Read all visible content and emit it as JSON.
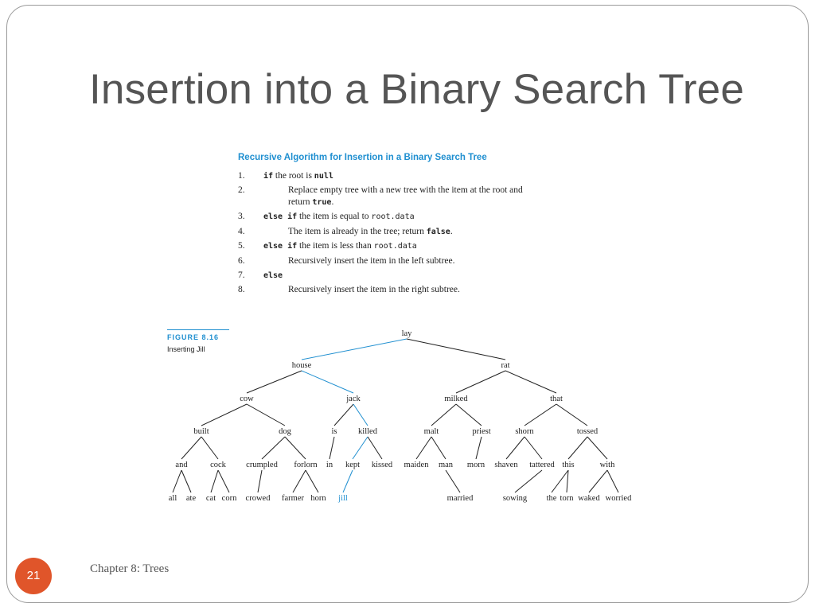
{
  "slide": {
    "title": "Insertion into a Binary Search Tree",
    "footer": "Chapter 8: Trees",
    "page_number": "21",
    "accent_color": "#e0552a",
    "highlight_color": "#1f8fd0"
  },
  "algorithm": {
    "heading": "Recursive Algorithm for Insertion in a Binary Search Tree",
    "steps": [
      {
        "num": "1.",
        "parts": [
          {
            "k": "kw",
            "t": "if"
          },
          {
            "k": "t",
            "t": " the root is "
          },
          {
            "k": "kw",
            "t": "null"
          }
        ]
      },
      {
        "num": "2.",
        "parts": [
          {
            "k": "t",
            "t": "Replace empty tree with a new tree with the item at the root and"
          }
        ],
        "indent": true
      },
      {
        "num": "",
        "parts": [
          {
            "k": "t",
            "t": "return "
          },
          {
            "k": "kw",
            "t": "true"
          },
          {
            "k": "t",
            "t": "."
          }
        ],
        "indent": true
      },
      {
        "num": "3.",
        "parts": [
          {
            "k": "kw",
            "t": "else if"
          },
          {
            "k": "t",
            "t": " the item is equal to "
          },
          {
            "k": "code",
            "t": "root.data"
          }
        ]
      },
      {
        "num": "4.",
        "parts": [
          {
            "k": "t",
            "t": "The item is already in the tree; return "
          },
          {
            "k": "kw",
            "t": "false"
          },
          {
            "k": "t",
            "t": "."
          }
        ],
        "indent": true
      },
      {
        "num": "5.",
        "parts": [
          {
            "k": "kw",
            "t": "else if"
          },
          {
            "k": "t",
            "t": " the item is less than "
          },
          {
            "k": "code",
            "t": "root.data"
          }
        ]
      },
      {
        "num": "6.",
        "parts": [
          {
            "k": "t",
            "t": "Recursively insert the item in the left subtree."
          }
        ],
        "indent": true
      },
      {
        "num": "7.",
        "parts": [
          {
            "k": "kw",
            "t": "else"
          }
        ]
      },
      {
        "num": "8.",
        "parts": [
          {
            "k": "t",
            "t": "Recursively insert the item in the right subtree."
          }
        ],
        "indent": true
      }
    ]
  },
  "figure": {
    "label": "FIGURE 8.16",
    "title": "Inserting Jill",
    "nodes": [
      {
        "id": "lay",
        "label": "lay"
      },
      {
        "id": "house",
        "label": "house"
      },
      {
        "id": "rat",
        "label": "rat"
      },
      {
        "id": "cow",
        "label": "cow"
      },
      {
        "id": "jack",
        "label": "jack"
      },
      {
        "id": "milked",
        "label": "milked"
      },
      {
        "id": "that",
        "label": "that"
      },
      {
        "id": "built",
        "label": "built"
      },
      {
        "id": "dog",
        "label": "dog"
      },
      {
        "id": "is",
        "label": "is"
      },
      {
        "id": "killed",
        "label": "killed"
      },
      {
        "id": "malt",
        "label": "malt"
      },
      {
        "id": "priest",
        "label": "priest"
      },
      {
        "id": "shorn",
        "label": "shorn"
      },
      {
        "id": "tossed",
        "label": "tossed"
      },
      {
        "id": "and",
        "label": "and"
      },
      {
        "id": "cock",
        "label": "cock"
      },
      {
        "id": "crumpled",
        "label": "crumpled"
      },
      {
        "id": "forlorn",
        "label": "forlorn"
      },
      {
        "id": "in",
        "label": "in"
      },
      {
        "id": "kept",
        "label": "kept"
      },
      {
        "id": "kissed",
        "label": "kissed"
      },
      {
        "id": "maiden",
        "label": "maiden"
      },
      {
        "id": "man",
        "label": "man"
      },
      {
        "id": "morn",
        "label": "morn"
      },
      {
        "id": "shaven",
        "label": "shaven"
      },
      {
        "id": "tattered",
        "label": "tattered"
      },
      {
        "id": "this",
        "label": "this"
      },
      {
        "id": "with",
        "label": "with"
      },
      {
        "id": "all",
        "label": "all"
      },
      {
        "id": "ate",
        "label": "ate"
      },
      {
        "id": "cat",
        "label": "cat"
      },
      {
        "id": "corn",
        "label": "corn"
      },
      {
        "id": "crowed",
        "label": "crowed"
      },
      {
        "id": "farmer",
        "label": "farmer"
      },
      {
        "id": "horn",
        "label": "horn"
      },
      {
        "id": "jill",
        "label": "jill",
        "highlight": true
      },
      {
        "id": "married",
        "label": "married"
      },
      {
        "id": "sowing",
        "label": "sowing"
      },
      {
        "id": "the",
        "label": "the"
      },
      {
        "id": "torn",
        "label": "torn"
      },
      {
        "id": "waked",
        "label": "waked"
      },
      {
        "id": "worried",
        "label": "worried"
      }
    ],
    "edges": [
      [
        "lay",
        "house",
        true
      ],
      [
        "lay",
        "rat",
        false
      ],
      [
        "house",
        "cow",
        false
      ],
      [
        "house",
        "jack",
        true
      ],
      [
        "rat",
        "milked",
        false
      ],
      [
        "rat",
        "that",
        false
      ],
      [
        "cow",
        "built",
        false
      ],
      [
        "cow",
        "dog",
        false
      ],
      [
        "jack",
        "is",
        false
      ],
      [
        "jack",
        "killed",
        true
      ],
      [
        "milked",
        "malt",
        false
      ],
      [
        "milked",
        "priest",
        false
      ],
      [
        "that",
        "shorn",
        false
      ],
      [
        "that",
        "tossed",
        false
      ],
      [
        "built",
        "and",
        false
      ],
      [
        "built",
        "cock",
        false
      ],
      [
        "dog",
        "crumpled",
        false
      ],
      [
        "dog",
        "forlorn",
        false
      ],
      [
        "is",
        "in",
        false
      ],
      [
        "killed",
        "kept",
        true
      ],
      [
        "killed",
        "kissed",
        false
      ],
      [
        "malt",
        "maiden",
        false
      ],
      [
        "malt",
        "man",
        false
      ],
      [
        "priest",
        "morn",
        false
      ],
      [
        "shorn",
        "shaven",
        false
      ],
      [
        "shorn",
        "tattered",
        false
      ],
      [
        "tossed",
        "this",
        false
      ],
      [
        "tossed",
        "with",
        false
      ],
      [
        "and",
        "all",
        false
      ],
      [
        "and",
        "ate",
        false
      ],
      [
        "cock",
        "cat",
        false
      ],
      [
        "cock",
        "corn",
        false
      ],
      [
        "crumpled",
        "crowed",
        false
      ],
      [
        "forlorn",
        "farmer",
        false
      ],
      [
        "forlorn",
        "horn",
        false
      ],
      [
        "kept",
        "jill",
        true
      ],
      [
        "man",
        "married",
        false
      ],
      [
        "tattered",
        "sowing",
        false
      ],
      [
        "this",
        "the",
        false
      ],
      [
        "this",
        "torn",
        false
      ],
      [
        "with",
        "waked",
        false
      ],
      [
        "with",
        "worried",
        false
      ]
    ]
  }
}
